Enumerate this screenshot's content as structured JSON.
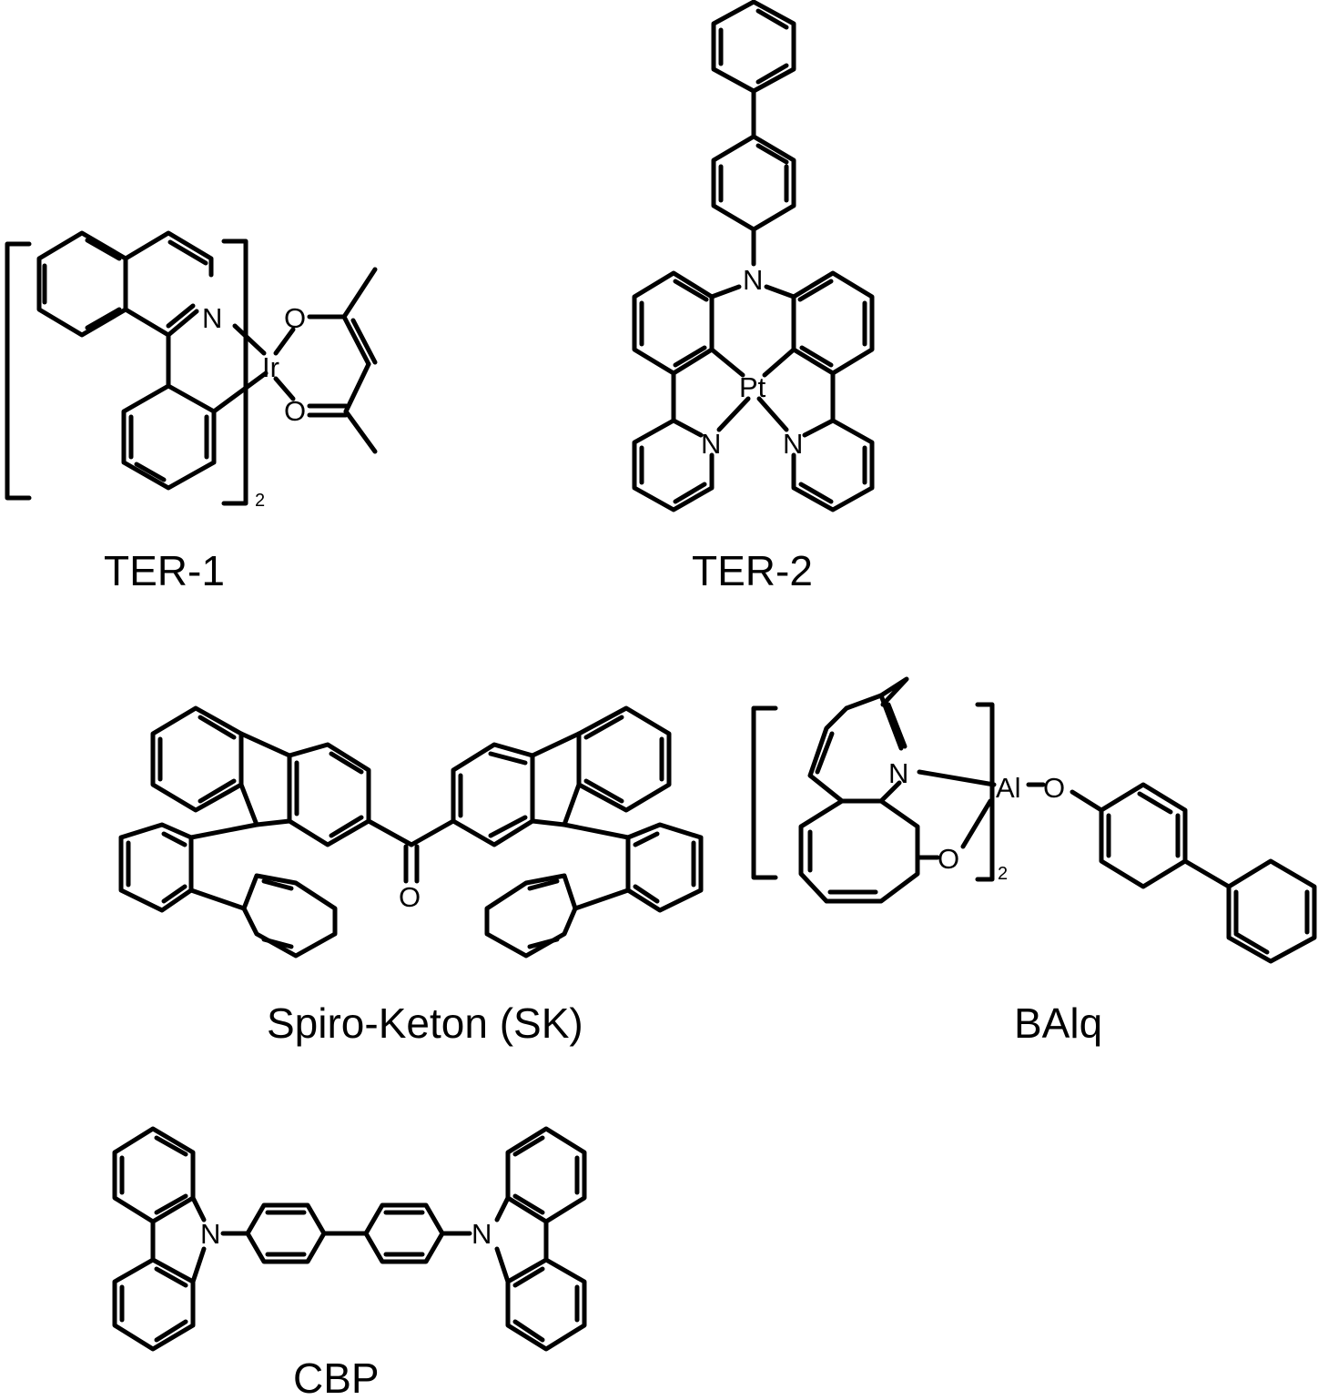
{
  "compounds": {
    "ter1": {
      "name": "TER-1",
      "atoms": {
        "n": "N",
        "ir": "Ir",
        "o_top": "O",
        "o_bottom": "O"
      },
      "subscript": "2"
    },
    "ter2": {
      "name": "TER-2",
      "atoms": {
        "n_top": "N",
        "pt": "Pt",
        "n_left": "N",
        "n_right": "N"
      }
    },
    "sk": {
      "name": "Spiro-Keton (SK)",
      "atoms": {
        "o": "O"
      }
    },
    "balq": {
      "name": "BAlq",
      "atoms": {
        "n": "N",
        "al": "Al",
        "o_ring": "O",
        "o_ether": "O"
      },
      "subscript": "2"
    },
    "cbp": {
      "name": "CBP",
      "atoms": {
        "n_left": "N",
        "n_right": "N"
      }
    }
  }
}
